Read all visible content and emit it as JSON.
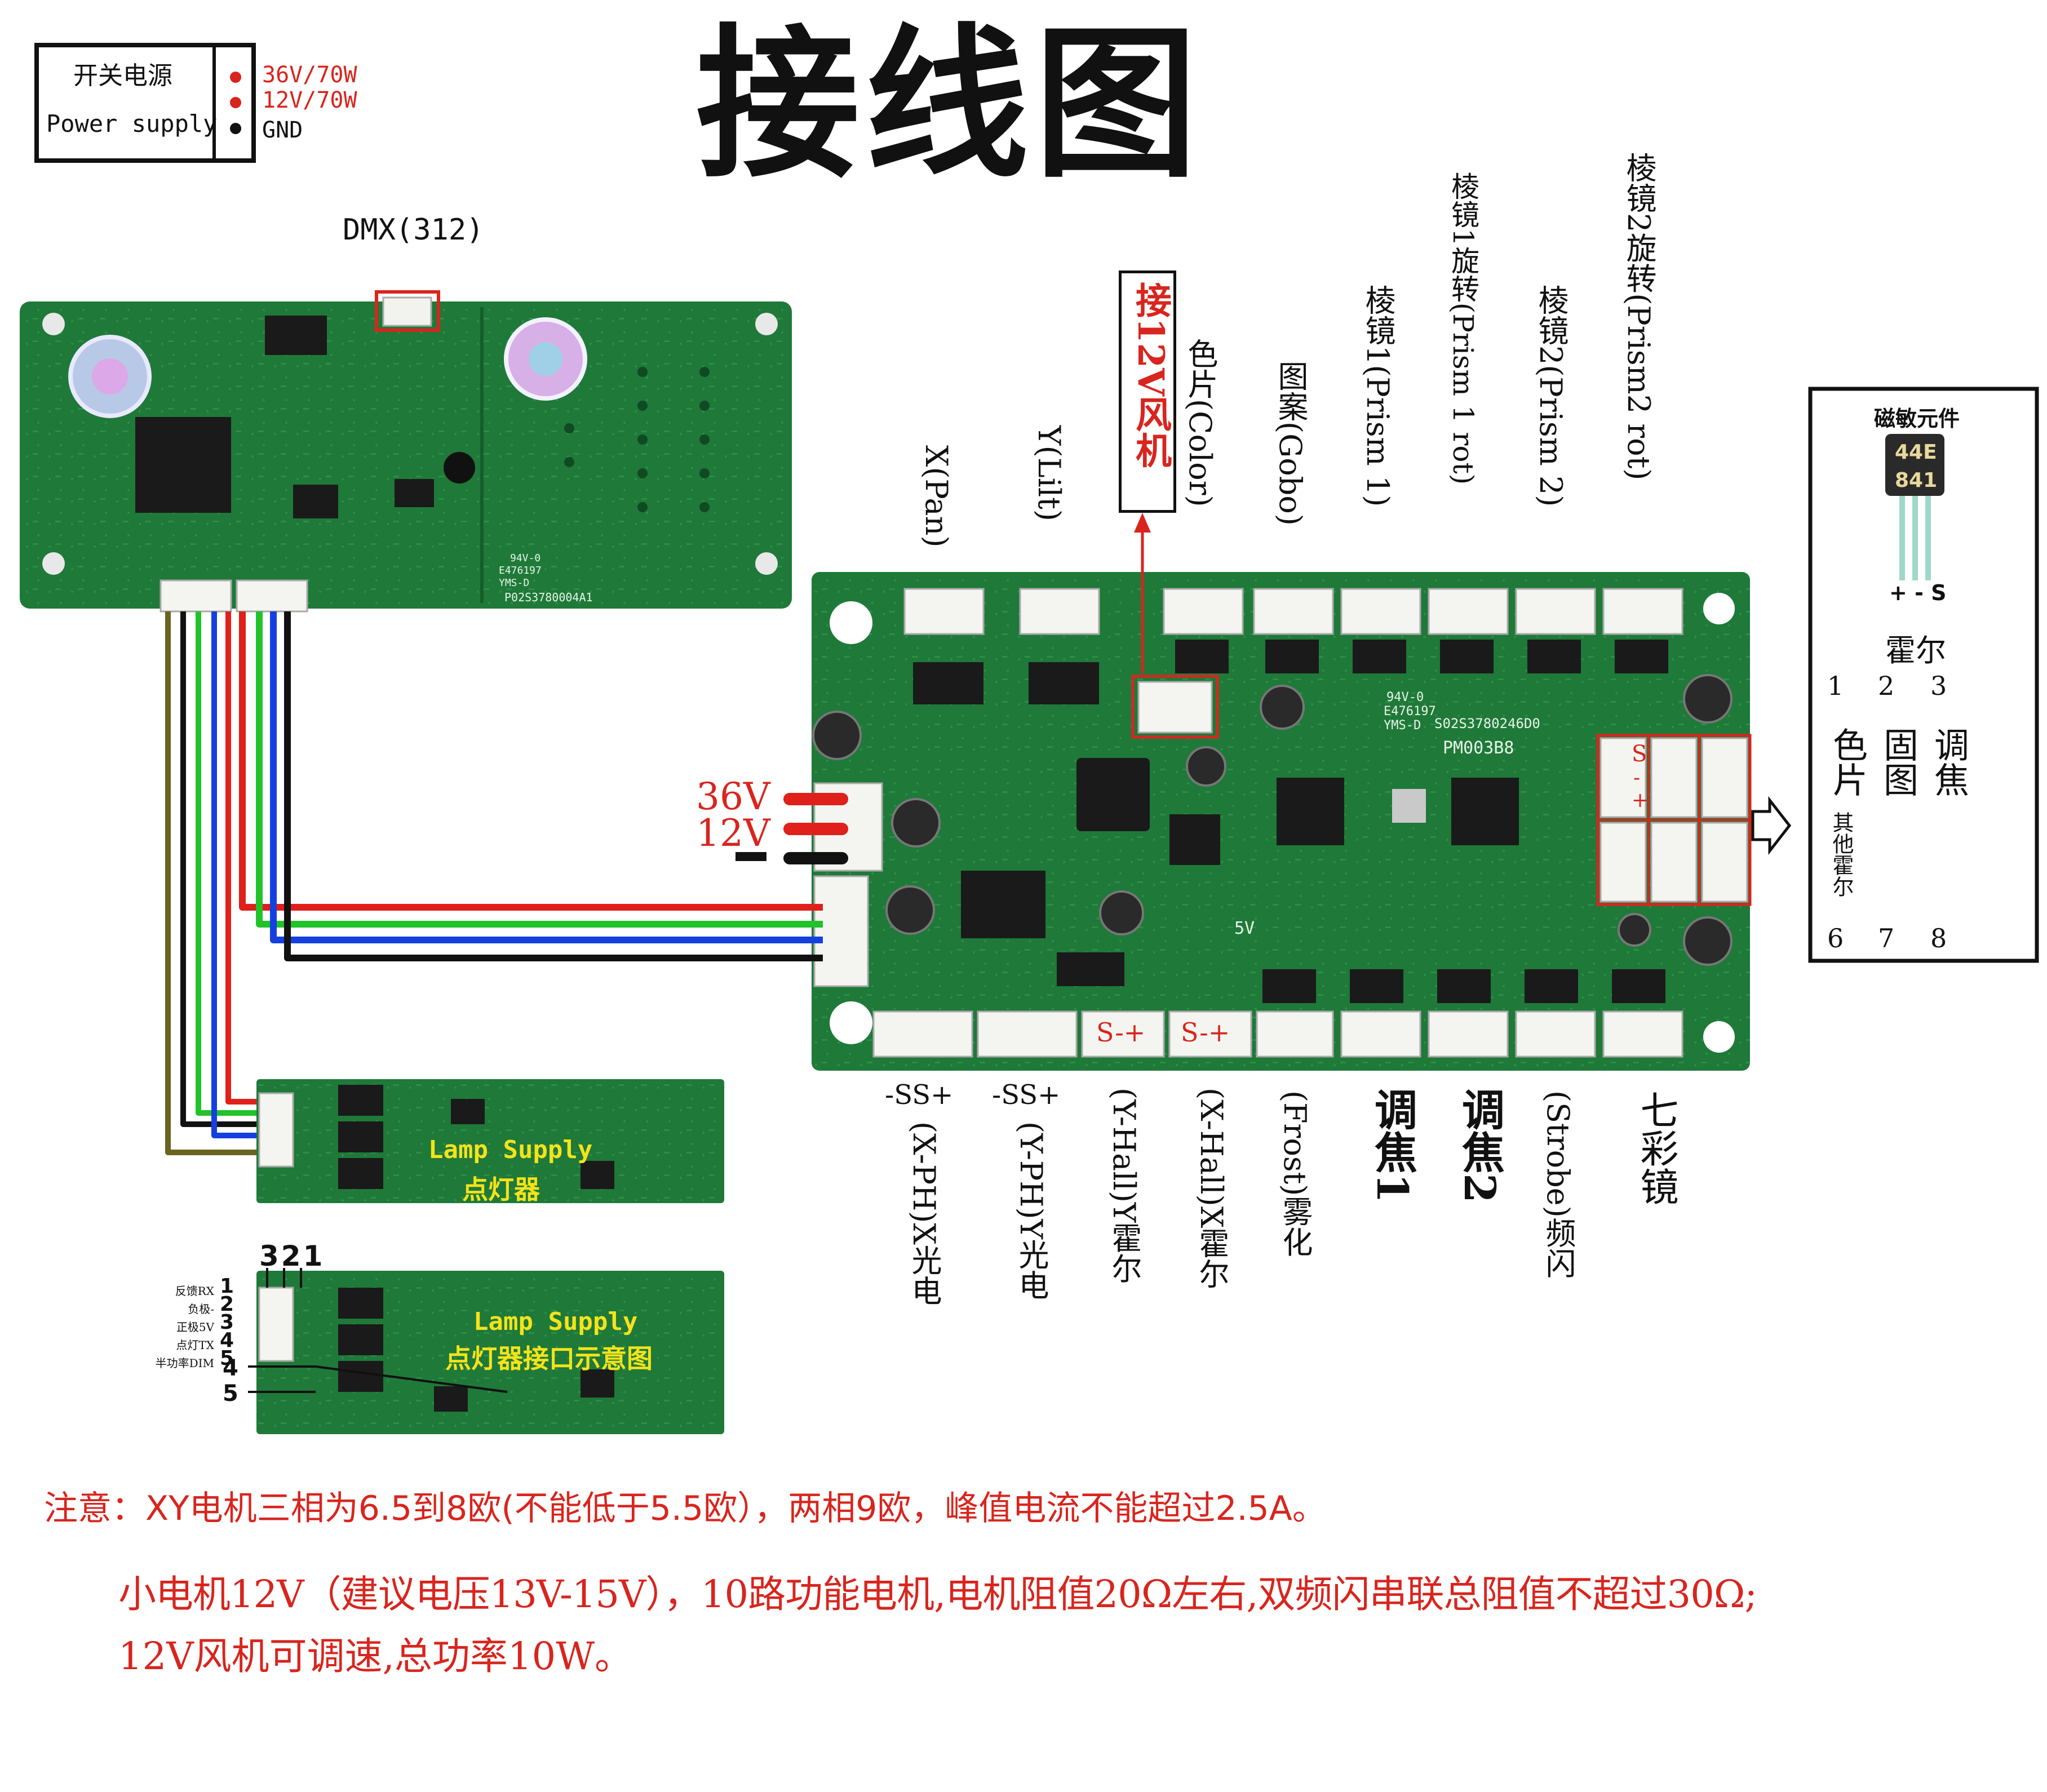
{
  "title": "接线图",
  "power_box": {
    "line1": "开关电源",
    "line2": "Power supply",
    "pin_36v": "36V/70W",
    "pin_12v": "12V/70W",
    "pin_gnd": "GND"
  },
  "dmx_label": "DMX(312)",
  "dmx_board": {
    "silk_code": "P02S3780004A1",
    "silk_mark": "94V-0",
    "silk_num": "E476197",
    "silk_yms": "YMS-D"
  },
  "power_input": {
    "v36": "36V",
    "v12": "12V",
    "gnd": "-"
  },
  "fan_label": "接12V风机",
  "top_connectors": [
    {
      "label": "X(Pan)"
    },
    {
      "label": "Y(Lilt)"
    },
    {
      "label": "色片(Color)"
    },
    {
      "label": "图案(Gobo)"
    },
    {
      "label": "棱镜1(Prism 1)"
    },
    {
      "label": "棱镜1旋转(Prism 1 rot)"
    },
    {
      "label": "棱镜2(Prism 2)"
    },
    {
      "label": "棱镜2旋转(Prism2 rot)"
    }
  ],
  "bottom_connectors": [
    {
      "pin": "-SS+",
      "label": "(X-PH)X光电"
    },
    {
      "pin": "-SS+",
      "label": "(Y-PH)Y光电"
    },
    {
      "pin": "S-+",
      "label": "(Y-Hall)Y霍尔"
    },
    {
      "pin": "S-+",
      "label": "(X-Hall)X霍尔"
    },
    {
      "pin": "",
      "label": "(Frost)雾化"
    },
    {
      "pin": "",
      "label": "调焦1"
    },
    {
      "pin": "",
      "label": "调焦2"
    },
    {
      "pin": "",
      "label": "(Strobe)频闪"
    },
    {
      "pin": "",
      "label": "七彩镜"
    }
  ],
  "main_board": {
    "code": "PM003B8",
    "silk": "S02S3780246D0",
    "cert": "94V-0",
    "cert_num": "E476197",
    "yms": "YMS-D",
    "five_v": "5V"
  },
  "hall_box": {
    "title": "磁敏元件",
    "chip_top": "44E",
    "chip_bottom": "841",
    "pins": "+ - S",
    "name": "霍尔",
    "num_1": "1",
    "num_2": "2",
    "num_3": "3",
    "col_1": "色片",
    "col_2": "固图",
    "col_3": "调焦",
    "other": "其他霍尔",
    "num_6": "6",
    "num_7": "7",
    "num_8": "8"
  },
  "hall_port": {
    "s": "S",
    "minus": "-",
    "plus": "+"
  },
  "lamp_supply_1": {
    "en": "Lamp Supply",
    "cn": "点灯器"
  },
  "lamp_supply_2": {
    "en": "Lamp Supply",
    "cn": "点灯器接口示意图",
    "top_nums": "321",
    "pins": [
      {
        "num": "1",
        "label": "反馈RX"
      },
      {
        "num": "2",
        "label": "负极-"
      },
      {
        "num": "3",
        "label": "正极5V"
      },
      {
        "num": "4",
        "label": "点灯TX"
      },
      {
        "num": "5",
        "label": "半功率DIM"
      }
    ],
    "extra_4": "4",
    "extra_5": "5"
  },
  "notes": {
    "line1": "注意：XY电机三相为6.5到8欧(不能低于5.5欧），两相9欧，峰值电流不能超过2.5A。",
    "line2": "小电机12V（建议电压13V-15V），10路功能电机,电机阻值20Ω左右,双频闪串联总阻值不超过30Ω;",
    "line3": "12V风机可调速,总功率10W。"
  },
  "colors": {
    "pcb_green": "#1f7a3a",
    "pcb_dark": "#155e2b",
    "wire_red": "#e0201a",
    "wire_green": "#22c22a",
    "wire_blue": "#1540e0",
    "wire_black": "#111111",
    "wire_olive": "#6b6320",
    "note_red": "#d8261e",
    "lamp_text": "#f4e21a"
  }
}
